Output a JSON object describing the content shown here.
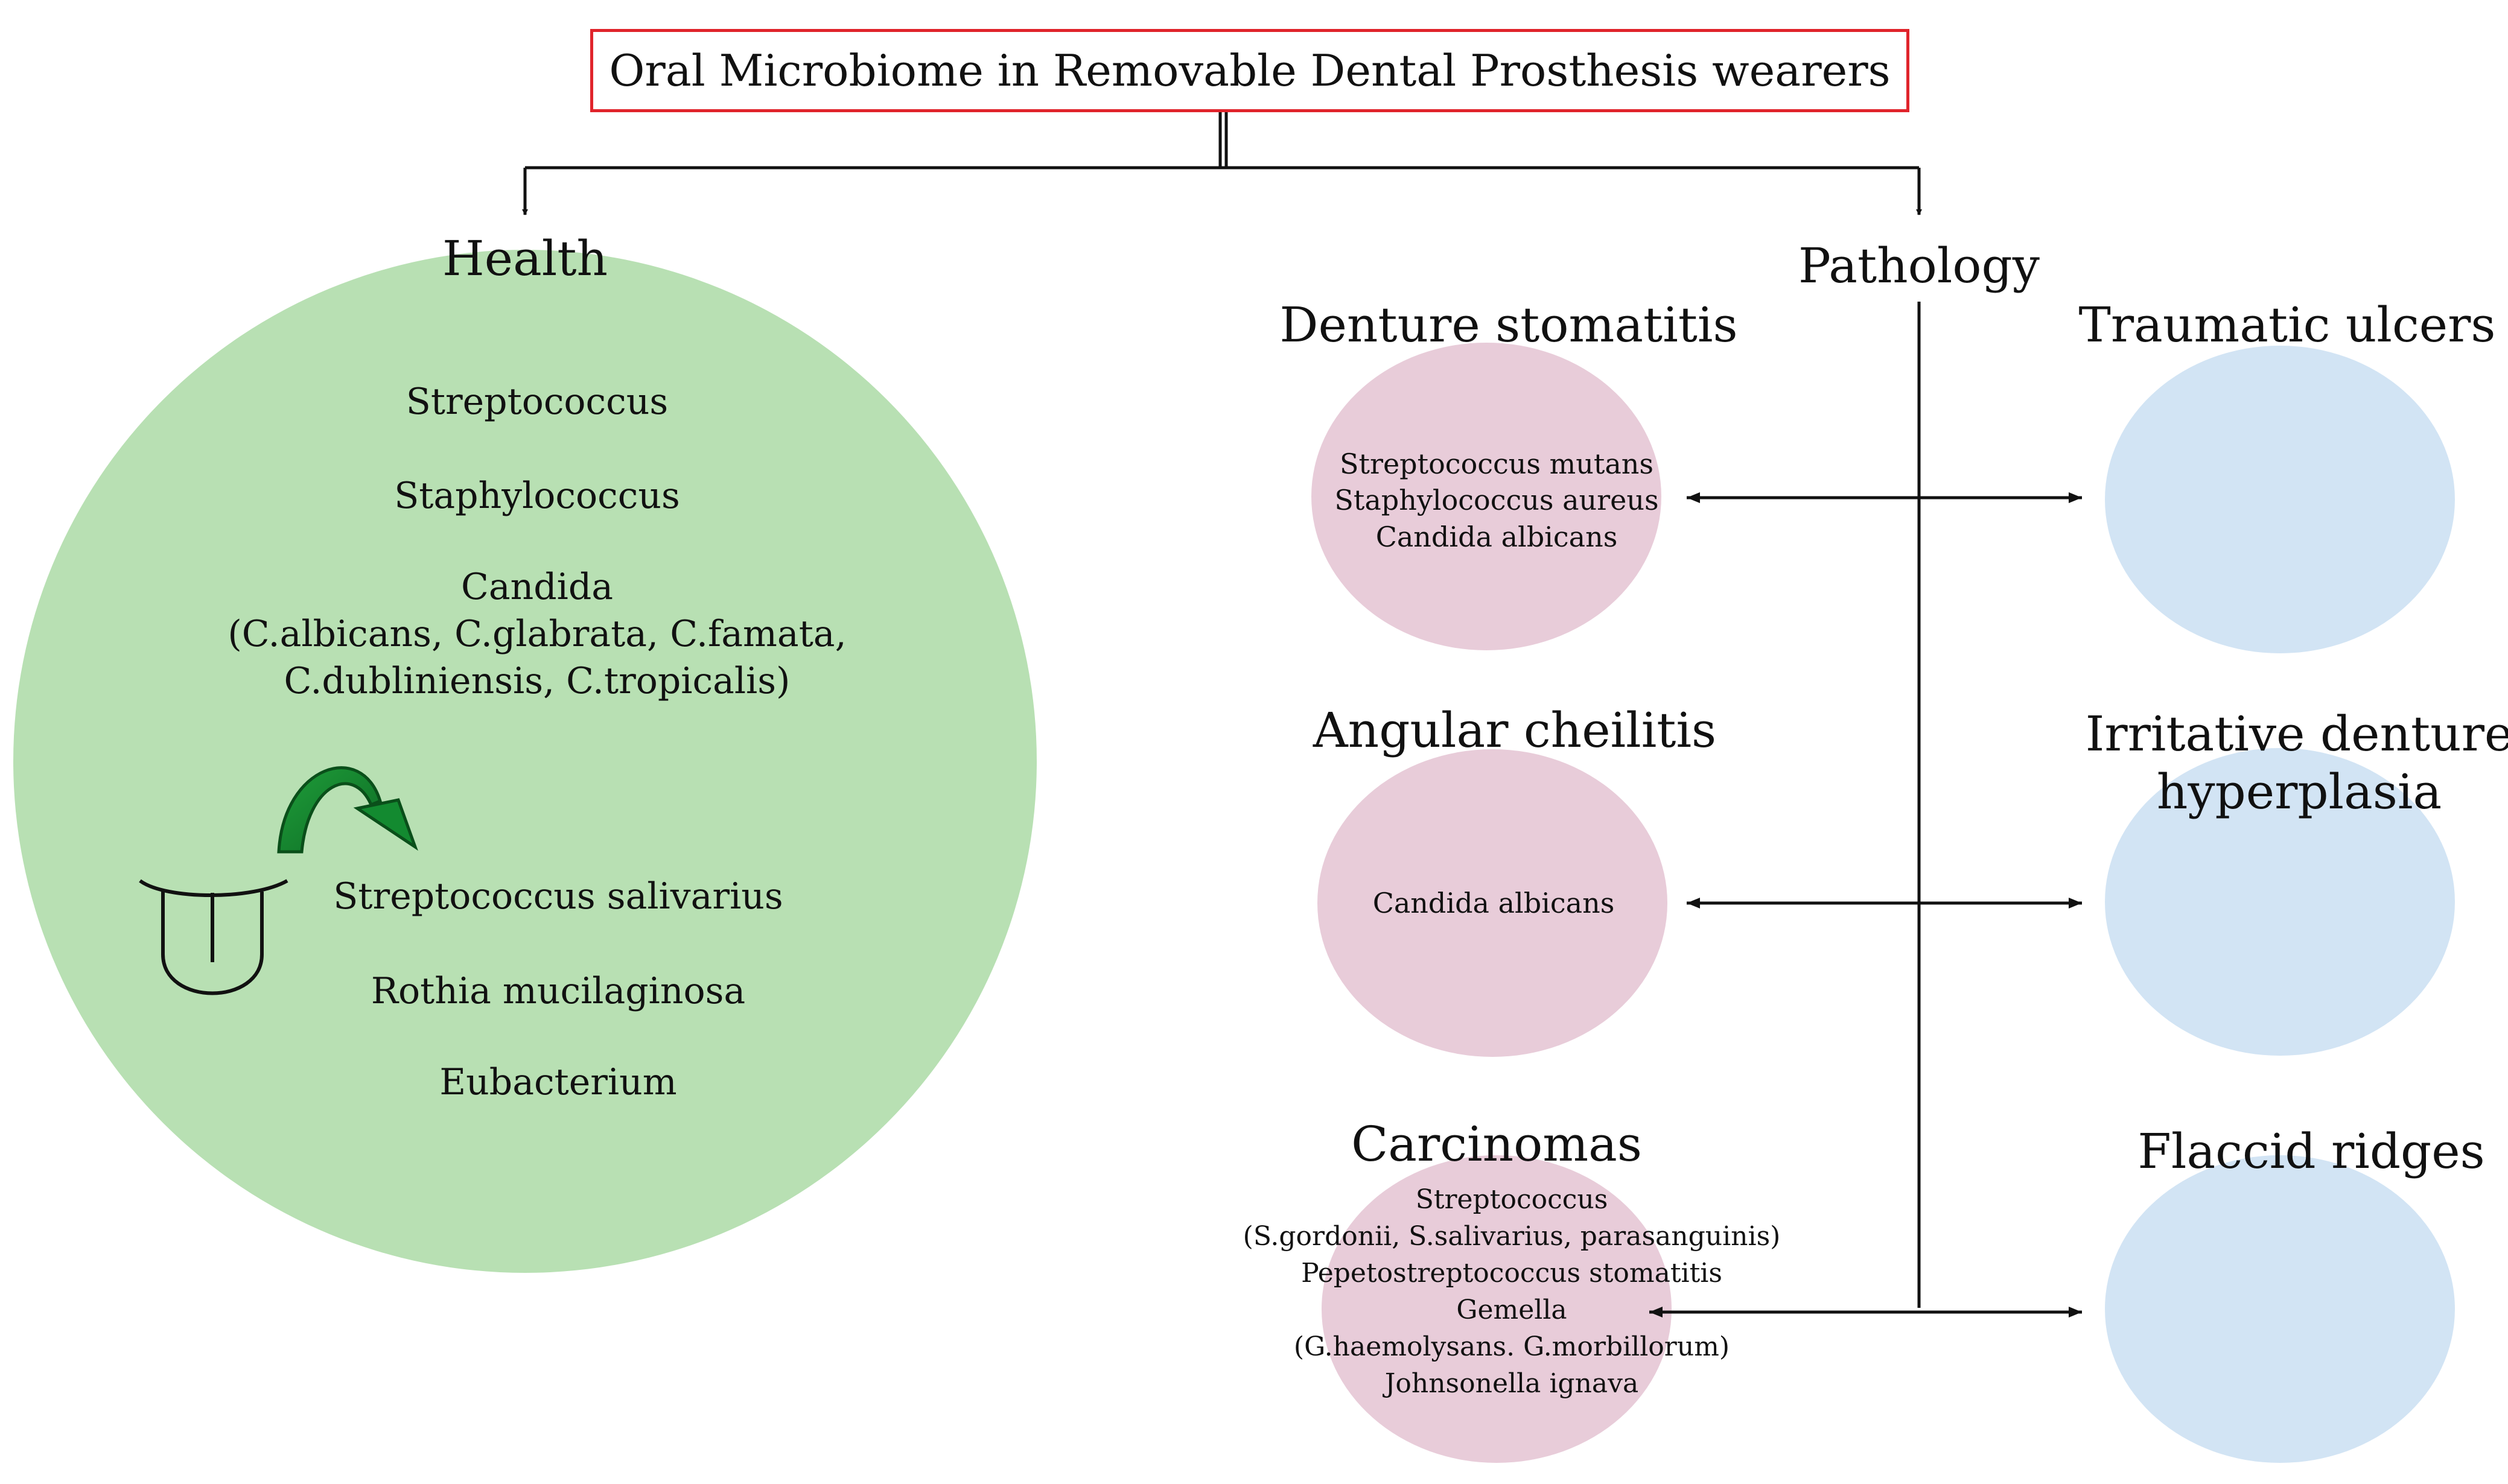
{
  "title": "Oral Microbiome in Removable Dental Prosthesis wearers",
  "health": {
    "heading": "Health",
    "items_top": [
      "Streptococcus",
      "Staphylococcus"
    ],
    "candida": {
      "name": "Candida",
      "line1": "(C.albicans, C.glabrata, C.famata,",
      "line2": "C.dubliniensis, C.tropicalis)"
    },
    "items_tongue": [
      "Streptococcus salivarius",
      "Rothia mucilaginosa",
      "Eubacterium"
    ],
    "icons": [
      "curved-arrow-icon",
      "tongue-icon"
    ]
  },
  "pathology": {
    "heading": "Pathology",
    "left": [
      {
        "title": "Denture stomatitis",
        "lines": [
          "Streptococcus mutans",
          "Staphylococcus aureus",
          "Candida albicans"
        ]
      },
      {
        "title": "Angular cheilitis",
        "lines": [
          "Candida albicans"
        ]
      },
      {
        "title": "Carcinomas",
        "lines": [
          "Streptococcus",
          "(S.gordonii, S.salivarius, parasanguinis)",
          "Pepetostreptococcus stomatitis",
          "Gemella",
          "(G.haemolysans. G.morbillorum)",
          "Johnsonella ignava"
        ]
      }
    ],
    "right": [
      {
        "title_lines": [
          "Traumatic ulcers"
        ]
      },
      {
        "title_lines": [
          "Irritative denture",
          "hyperplasia"
        ]
      },
      {
        "title_lines": [
          "Flaccid ridges"
        ]
      }
    ]
  },
  "colors": {
    "title_border": "#e0242b",
    "health_circle": "#b8e0b3",
    "pathology_left_circle": "#e8ccd9",
    "pathology_right_circle": "#d2e4f4",
    "arrow": "#1a9a3a"
  }
}
